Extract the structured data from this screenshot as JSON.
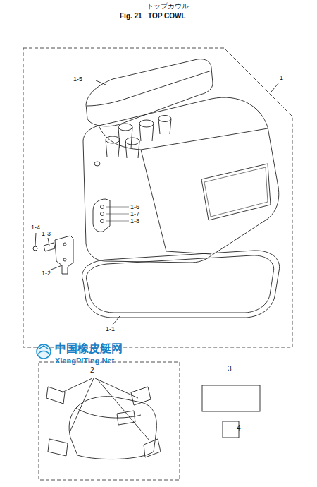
{
  "diagram": {
    "title": "TOP COWL",
    "labels": [
      "トップカウル",
      "Fig. 21",
      "1",
      "1-5",
      "1-6",
      "1-7",
      "1-8",
      "1-4",
      "1-3",
      "1-2",
      "1-1",
      "中国橡皮艇网",
      "XiangPiTing.Net",
      "2",
      "3",
      "4"
    ]
  }
}
